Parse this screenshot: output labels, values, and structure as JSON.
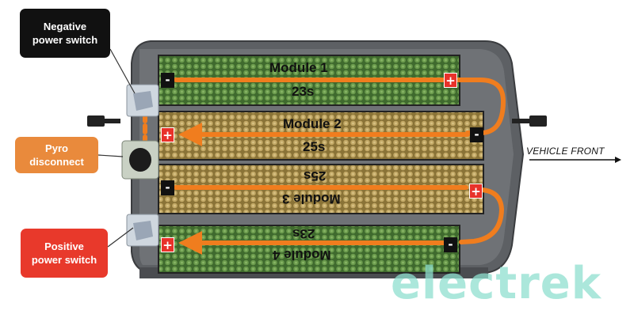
{
  "callouts": {
    "negative_power_switch": {
      "line1": "Negative",
      "line2": "power switch"
    },
    "pyro_disconnect": {
      "line1": "Pyro",
      "line2": "disconnect"
    },
    "positive_power_switch": {
      "line1": "Positive",
      "line2": "power switch"
    }
  },
  "direction_label": "VEHICLE FRONT",
  "watermark": "electrek",
  "modules": [
    {
      "name": "Module 1",
      "cells": "23s",
      "color": "#4e7a38"
    },
    {
      "name": "Module 2",
      "cells": "25s",
      "color": "#a98f4a"
    },
    {
      "name": "Module 3",
      "cells": "25s",
      "color": "#a98f4a"
    },
    {
      "name": "Module 4",
      "cells": "23s",
      "color": "#4e7a38"
    }
  ],
  "terminals": {
    "positive": "+",
    "negative": "-"
  },
  "colors": {
    "negative_callout": "#111111",
    "pyro_callout": "#e98a3c",
    "positive_callout": "#e8392b",
    "current_arrow": "#f07d1e",
    "watermark": "#8fe0cf"
  }
}
